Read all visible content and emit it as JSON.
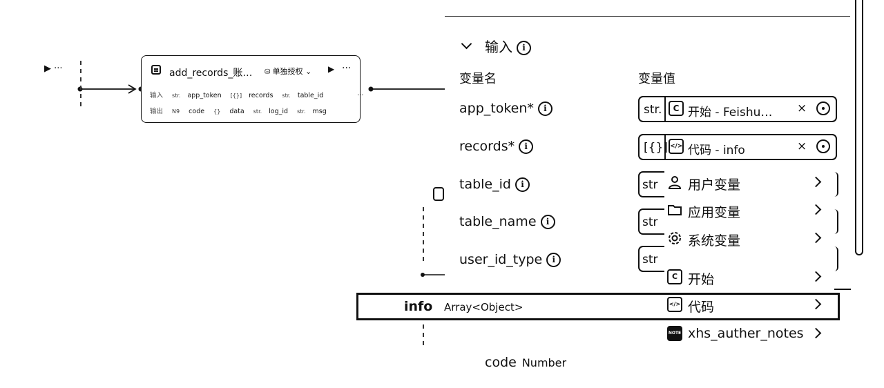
{
  "canvas": {
    "left_controls": "▶ ···"
  },
  "node": {
    "title": "add_records_账…",
    "auth_label": "单独授权",
    "run_symbol": "▶",
    "more_symbol": "···",
    "inputs_label": "输入",
    "inputs": [
      {
        "type": "str.",
        "name": "app_token"
      },
      {
        "type": "[{}]",
        "name": "records"
      },
      {
        "type": "str.",
        "name": "table_id"
      }
    ],
    "inputs_more": "···",
    "outputs_label": "输出",
    "outputs": [
      {
        "type": "N9",
        "name": "code"
      },
      {
        "type": "{}",
        "name": "data"
      },
      {
        "type": "str.",
        "name": "log_id"
      },
      {
        "type": "str.",
        "name": "msg"
      }
    ]
  },
  "panel": {
    "section_title": "输入",
    "info_symbol": "i",
    "col_name": "变量名",
    "col_value": "变量值",
    "params": [
      {
        "name": "app_token*",
        "type": "str.",
        "ref": "开始 - Feishu…",
        "ref_icon": "C"
      },
      {
        "name": "records*",
        "type": "[{}]",
        "ref": "代码 - info",
        "ref_icon": "</>"
      },
      {
        "name": "table_id",
        "type": "str"
      },
      {
        "name": "table_name",
        "type": "str"
      },
      {
        "name": "user_id_type",
        "type": "str"
      }
    ],
    "clear_symbol": "×"
  },
  "dropdown": {
    "items": [
      {
        "label": "用户变量",
        "icon": "user-icon"
      },
      {
        "label": "应用变量",
        "icon": "folder-icon"
      },
      {
        "label": "系统变量",
        "icon": "gear-icon"
      },
      {
        "label": "开始",
        "icon": "start-node-icon",
        "glyph": "C"
      },
      {
        "label": "代码",
        "icon": "code-node-icon",
        "glyph": "</>"
      },
      {
        "label": "xhs_auther_notes",
        "icon": "plugin-node-icon",
        "glyph": "NOTE"
      }
    ]
  },
  "hover_output": {
    "name": "info",
    "type": "Array<Object>"
  },
  "code_output": {
    "name": "code",
    "type": "Number"
  }
}
